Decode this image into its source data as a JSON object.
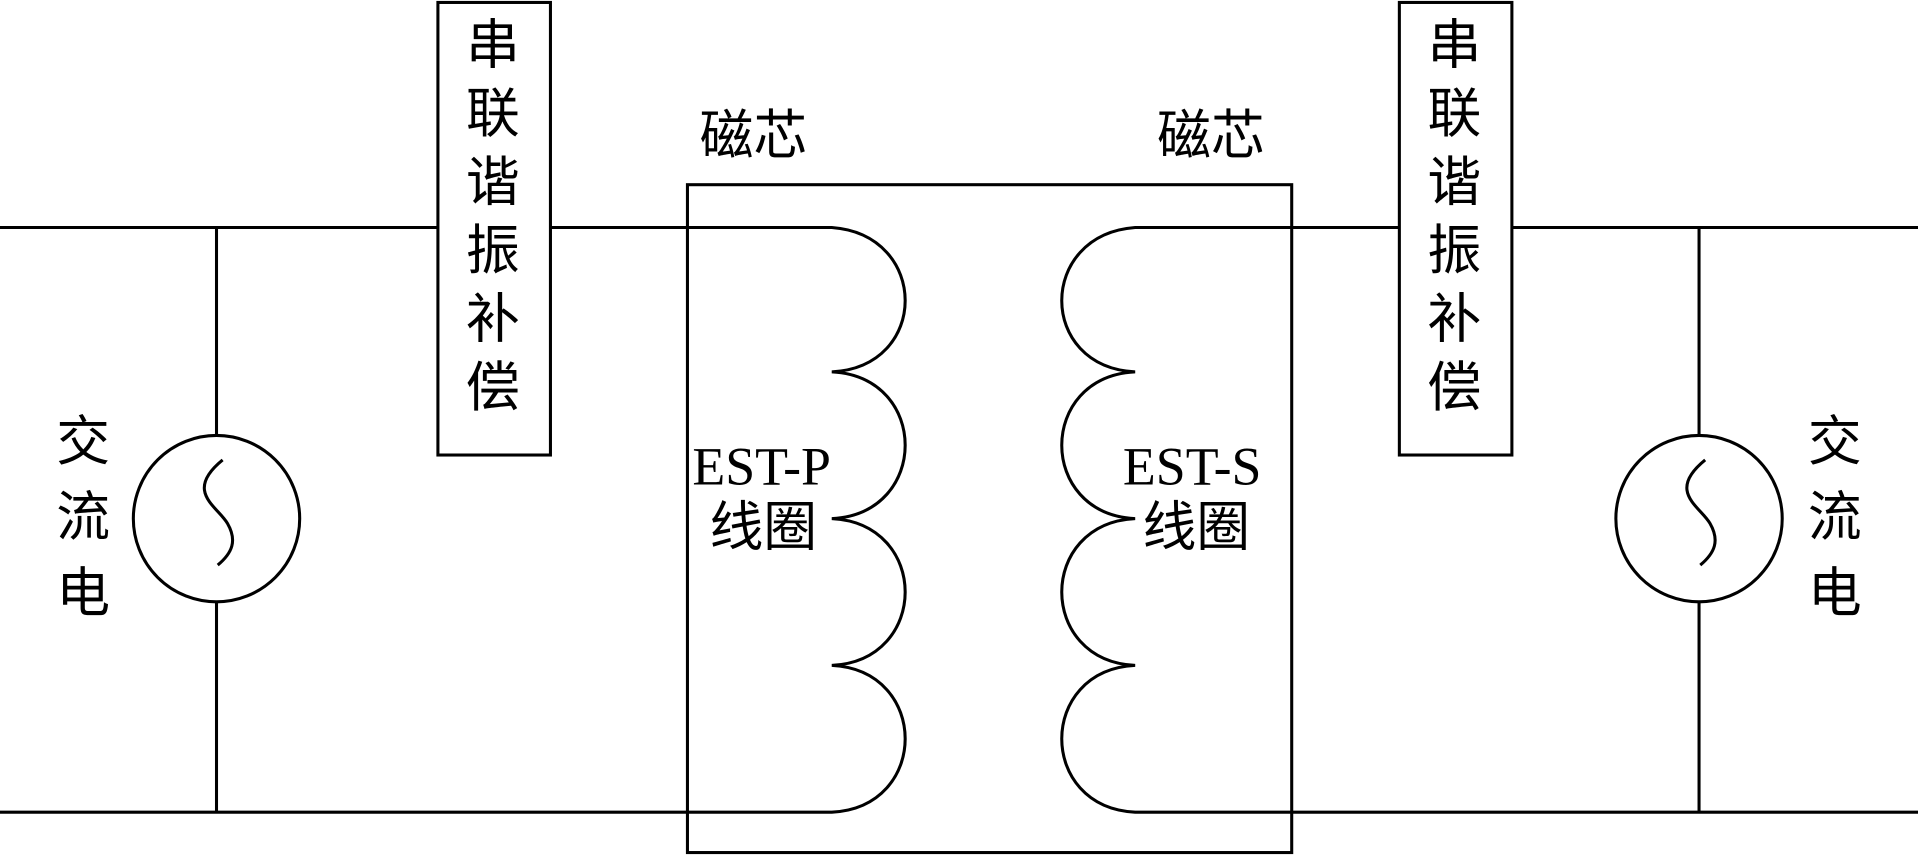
{
  "left_source": {
    "label_chars": [
      "交",
      "流",
      "电"
    ]
  },
  "left_compensation": {
    "label_chars": [
      "串",
      "联",
      "谐",
      "振",
      "补",
      "偿"
    ]
  },
  "right_compensation": {
    "label_chars": [
      "串",
      "联",
      "谐",
      "振",
      "补",
      "偿"
    ]
  },
  "right_source": {
    "label_chars": [
      "交",
      "流",
      "电"
    ]
  },
  "core": {
    "left_label": "磁芯",
    "right_label": "磁芯"
  },
  "primary_coil": {
    "name": "EST-P",
    "caption": "线圈"
  },
  "secondary_coil": {
    "name": "EST-S",
    "caption": "线圈"
  },
  "colors": {
    "line": "#000000",
    "background": "#ffffff"
  }
}
